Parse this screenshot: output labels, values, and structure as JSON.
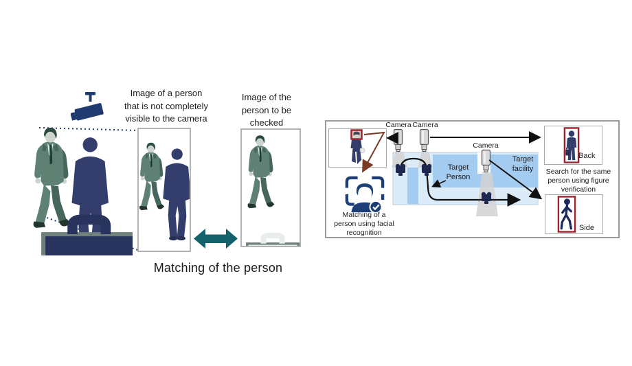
{
  "colors": {
    "navy": "#1f3a6e",
    "silhouette": "#333e6c",
    "suit": "#5e8174",
    "suitDark": "#47665c",
    "hair": "#2c4a41",
    "skin": "#ccd4cd",
    "teal": "#15616b",
    "redbox": "#9c2430",
    "maroon": "#7a3a26",
    "blueBlock": "#a4cbf0",
    "bluePale": "#dcebf8",
    "faceIcon": "#1d3f77",
    "text": "#1c1c1c"
  },
  "left": {
    "caption_occluded": "Image of a person\nthat is not completely\nvisible to the camera",
    "caption_checked": "Image of the\nperson to be\nchecked",
    "caption_matching": "Matching of the person"
  },
  "right": {
    "camera_label_1": "Camera",
    "camera_label_2": "Camera",
    "camera_label_3": "Camera",
    "target_person": "Target\nPerson",
    "target_facility": "Target\nfacility",
    "back_label": "Back",
    "side_label": "Side",
    "search_caption": "Search for the same\nperson using figure\nverification",
    "facial_caption": "Matching of a\nperson using facial\nrecognition"
  }
}
